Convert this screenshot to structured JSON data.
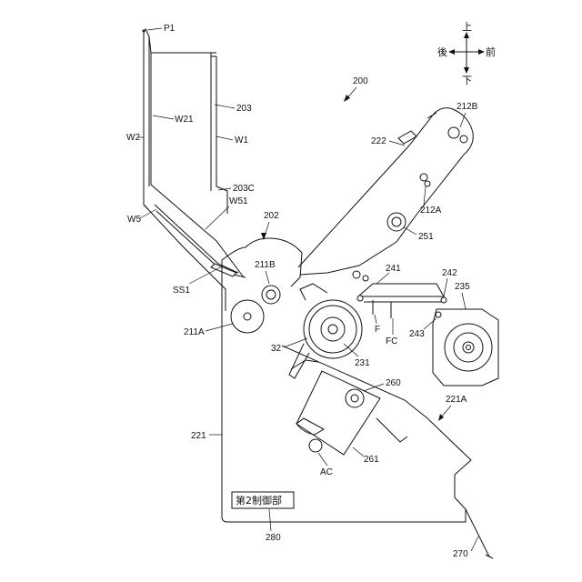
{
  "figure": {
    "labels": {
      "p1": "P1",
      "l200": "200",
      "l203": "203",
      "w21": "W21",
      "w2": "W2",
      "w1": "W1",
      "l203c": "203C",
      "w51": "W51",
      "w5": "W5",
      "l202": "202",
      "ss1": "SS1",
      "l211b": "211B",
      "l211a": "211A",
      "l212b": "212B",
      "l222": "222",
      "l212a": "212A",
      "l251": "251",
      "l241": "241",
      "l242": "242",
      "l235": "235",
      "f": "F",
      "fc": "FC",
      "l243": "243",
      "l32": "32",
      "l231": "231",
      "l260": "260",
      "l221a": "221A",
      "l221": "221",
      "l261": "261",
      "ac": "AC",
      "l280": "280",
      "l270": "270"
    },
    "control_box": "第2制御部",
    "compass": {
      "up": "上",
      "down": "下",
      "back": "後",
      "front": "前"
    }
  }
}
